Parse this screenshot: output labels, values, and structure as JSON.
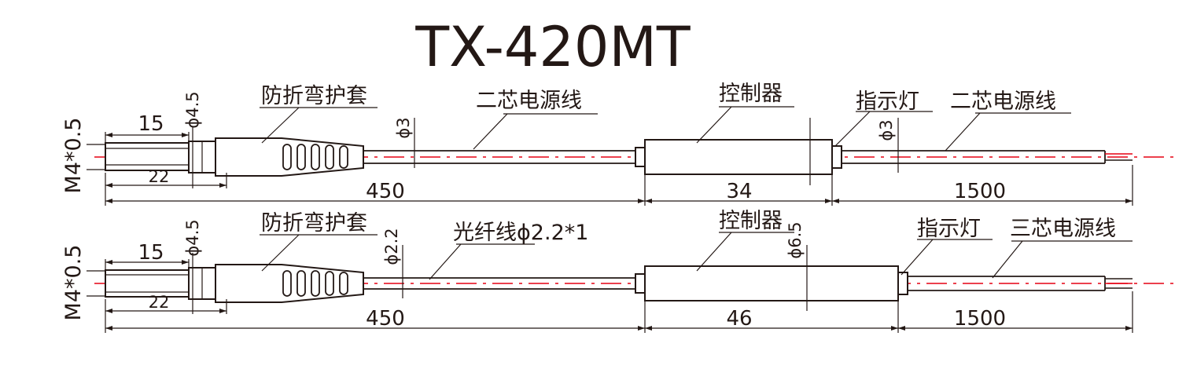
{
  "title": "TX-420MT",
  "colors": {
    "line": "#231815",
    "centerline": "#e60012"
  },
  "drawings": [
    {
      "thread": "M4*0.5",
      "dim_probe": "15",
      "dim_probe_dia": "ϕ4.5",
      "dim_probe_total": "22",
      "label_sleeve": "防折弯护套",
      "dim_cable1_dia": "ϕ3",
      "label_cable1": "二芯电源线",
      "label_controller": "控制器",
      "label_indicator": "指示灯",
      "dim_cable2_dia": "ϕ3",
      "label_cable2": "二芯电源线",
      "dim_cable1_len": "450",
      "dim_controller_len": "34",
      "dim_cable2_len": "1500"
    },
    {
      "thread": "M4*0.5",
      "dim_probe": "15",
      "dim_probe_dia": "ϕ4.5",
      "dim_probe_total": "22",
      "label_sleeve": "防折弯护套",
      "dim_cable1_dia": "ϕ2.2",
      "label_cable1": "光纤线ϕ2.2*1",
      "label_controller": "控制器",
      "dim_controller_dia": "ϕ6.5",
      "label_indicator": "指示灯",
      "label_cable2": "三芯电源线",
      "dim_cable1_len": "450",
      "dim_controller_len": "46",
      "dim_cable2_len": "1500"
    }
  ]
}
